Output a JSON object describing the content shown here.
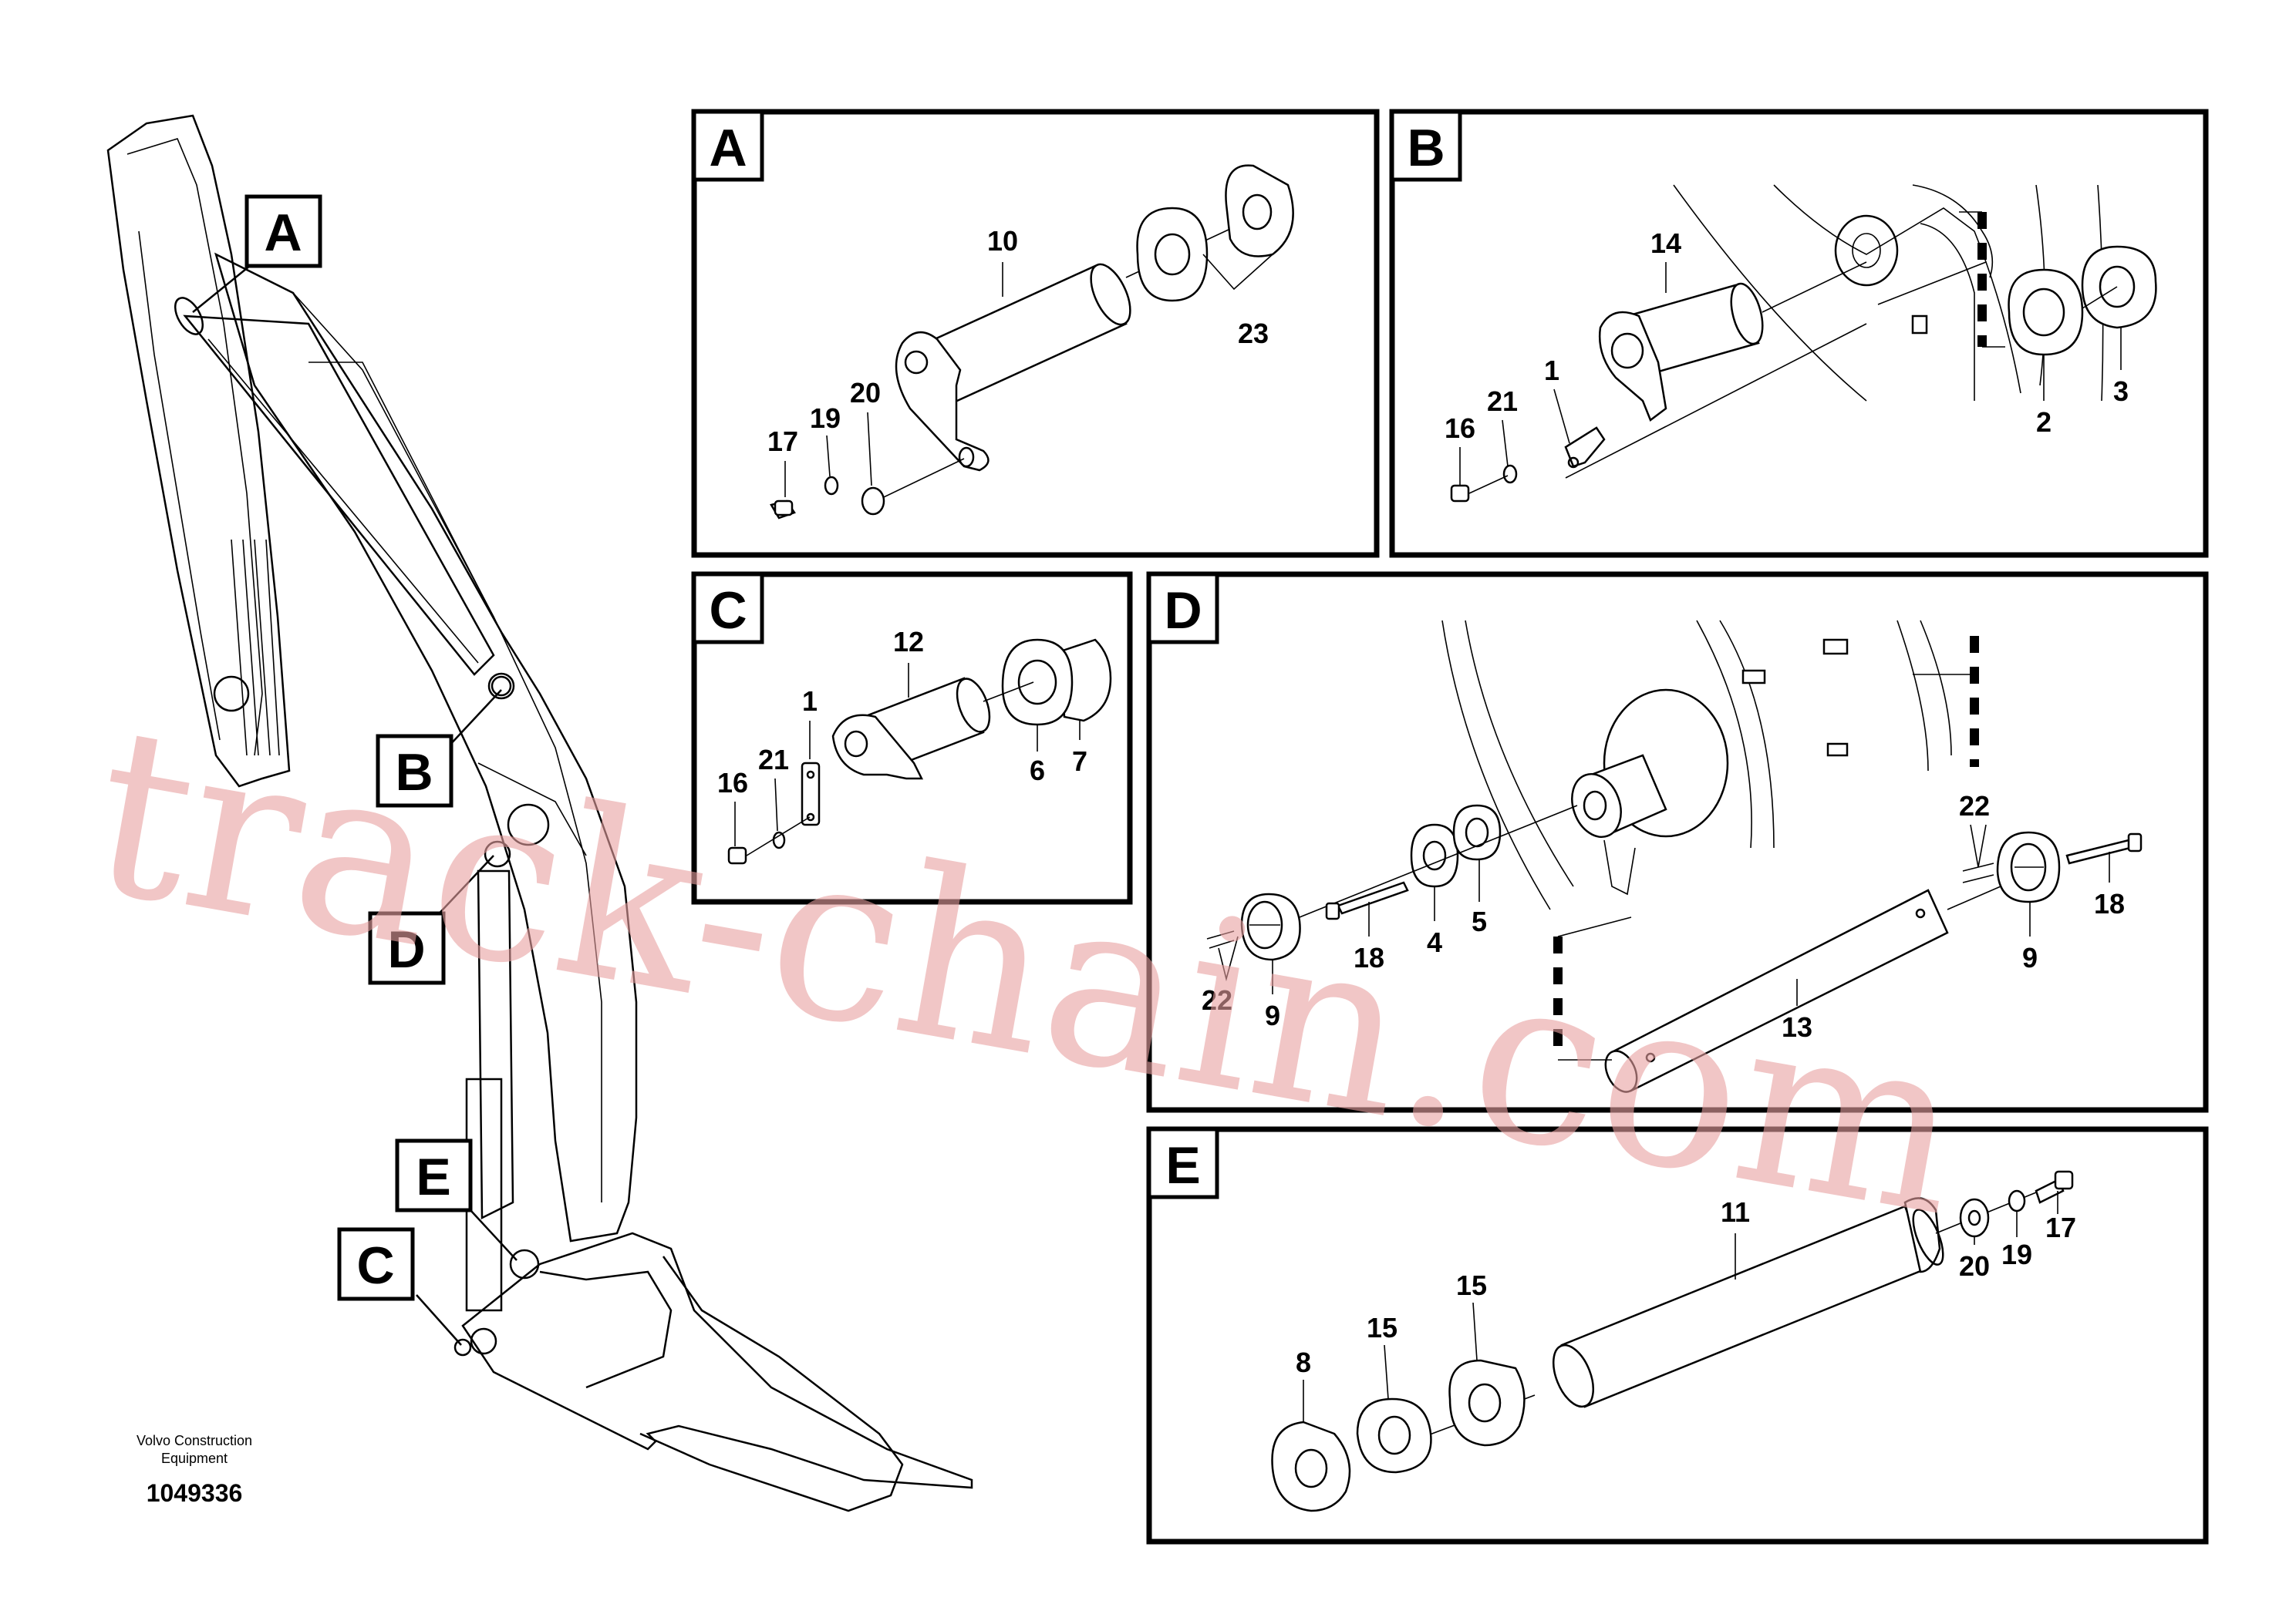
{
  "watermark": "track-chain.com",
  "footer": {
    "company": "Volvo Construction",
    "company2": "Equipment",
    "drawing_no": "1049336"
  },
  "callouts": {
    "A": "A",
    "B": "B",
    "C": "C",
    "D": "D",
    "E": "E"
  },
  "panels": {
    "A": {
      "label": "A",
      "parts": [
        "10",
        "23",
        "17",
        "19",
        "20"
      ]
    },
    "B": {
      "label": "B",
      "parts": [
        "14",
        "1",
        "16",
        "21",
        "2",
        "3"
      ]
    },
    "C": {
      "label": "C",
      "parts": [
        "12",
        "1",
        "16",
        "21",
        "6",
        "7"
      ]
    },
    "D": {
      "label": "D",
      "parts": [
        "22",
        "9",
        "18",
        "4",
        "5",
        "13",
        "22",
        "9",
        "18"
      ]
    },
    "E": {
      "label": "E",
      "parts": [
        "11",
        "8",
        "15",
        "15",
        "20",
        "19",
        "17"
      ]
    }
  }
}
